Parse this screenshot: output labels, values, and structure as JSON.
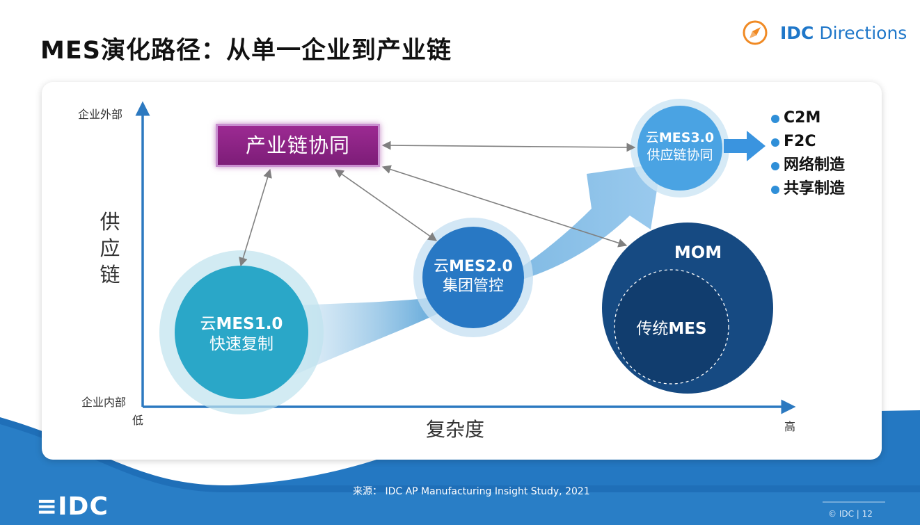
{
  "header": {
    "title": "MES演化路径：从单一企业到产业链",
    "brand_bold": "IDC",
    "brand_rest": " Directions"
  },
  "axes": {
    "y_top": "企业外部",
    "y_bottom": "企业内部",
    "y_title": [
      "供",
      "应",
      "链"
    ],
    "x_low": "低",
    "x_high": "高",
    "x_title": "复杂度"
  },
  "nodes": {
    "chain_box": "产业链协同",
    "mes1_prefix": "云",
    "mes1_bold": "MES1.0",
    "mes1_sub": "快速复制",
    "mes2_prefix": "云",
    "mes2_bold": "MES2.0",
    "mes2_sub": "集团管控",
    "mes3_prefix": "云",
    "mes3_bold": "MES3.0",
    "mes3_sub": "供应链协同",
    "mom": "MOM",
    "traditional_prefix": "传统",
    "traditional_bold": "MES"
  },
  "bullets": [
    "C2M",
    "F2C",
    "网络制造",
    "共享制造"
  ],
  "footer": {
    "source": "来源：  IDC AP Manufacturing Insight Study, 2021",
    "logo": "≡IDC",
    "copyright": "© IDC |   12"
  },
  "colors": {
    "accent_blue": "#1f77c9",
    "chain_purple": "#8b2185",
    "mes1_teal": "#2aa7c8",
    "mes2_blue": "#2878c4",
    "mes3_blue": "#4aa3e3",
    "mom_navy": "#164a82"
  }
}
